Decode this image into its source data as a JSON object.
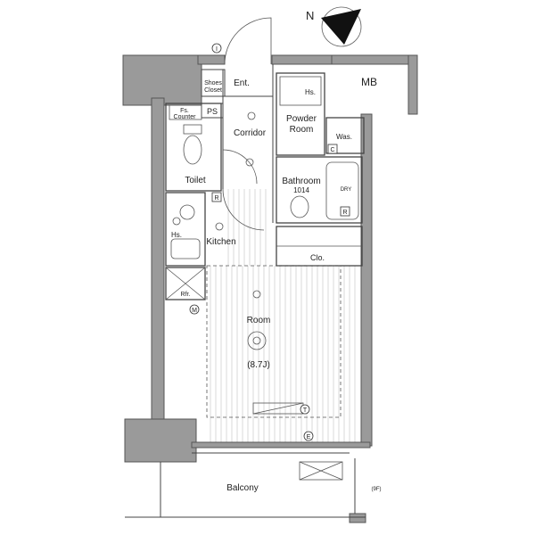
{
  "plan": {
    "compass_label": "N",
    "rooms": {
      "ent": "Ent.",
      "shoes_closet_1": "Shoes",
      "shoes_closet_2": "Closet",
      "mb": "MB",
      "hs_top": "Hs.",
      "powder_room_1": "Powder",
      "powder_room_2": "Room",
      "was": "Was.",
      "fs": "Fs.",
      "counter": "Counter",
      "ps": "PS",
      "corridor": "Corridor",
      "toilet": "Toilet",
      "bathroom": "Bathroom",
      "bathroom_size": "1014",
      "dry": "DRY",
      "kitchen": "Kitchen",
      "hs_kitchen": "Hs.",
      "clo": "Clo.",
      "rfr": "Rfr.",
      "room": "Room",
      "room_size": "(8.7J)",
      "balcony": "Balcony",
      "ff": "(9F)"
    },
    "markers": {
      "entrance": "I",
      "meter": "M",
      "r1": "R",
      "r2": "R",
      "c": "C",
      "t": "T",
      "e": "E"
    }
  }
}
